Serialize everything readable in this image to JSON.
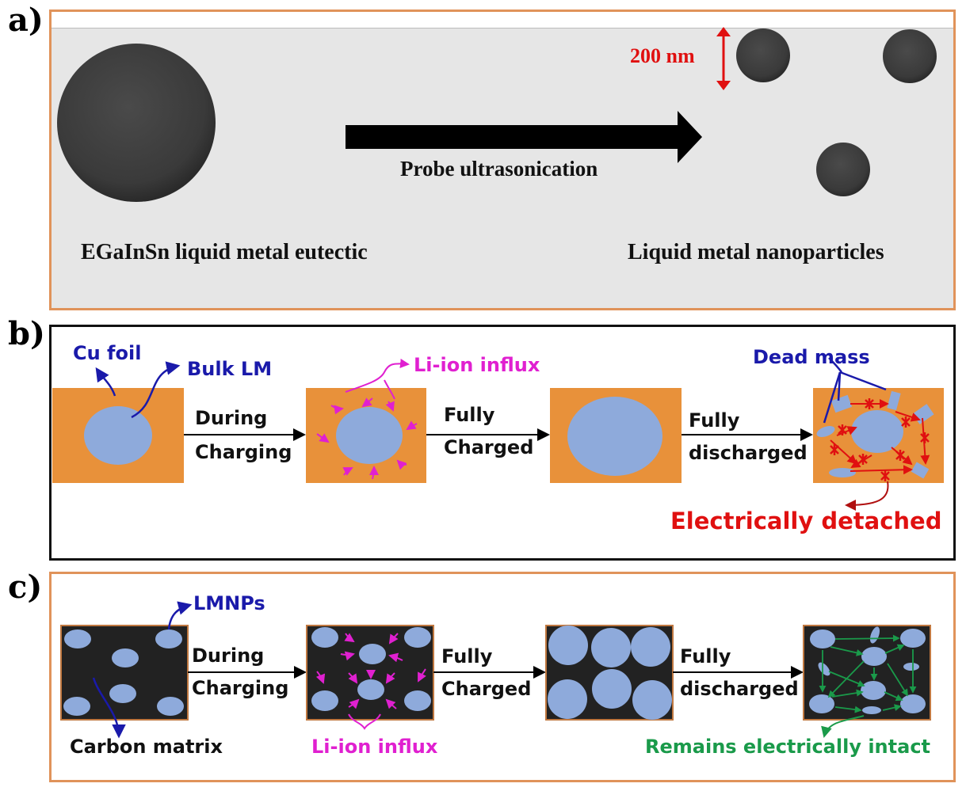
{
  "panels": {
    "a": {
      "label": "a)",
      "scale_bar": "200 nm",
      "arrow_text": "Probe ultrasonication",
      "left_caption": "EGaInSn liquid metal eutectic",
      "right_caption": "Liquid metal nanoparticles"
    },
    "b": {
      "label": "b)",
      "cu_foil": "Cu foil",
      "bulk_lm": "Bulk LM",
      "li_ion": "Li-ion influx",
      "dead_mass": "Dead mass",
      "detached": "Electrically detached",
      "step1_line1": "During",
      "step1_line2": "Charging",
      "step2_line1": "Fully",
      "step2_line2": "Charged",
      "step3_line1": "Fully",
      "step3_line2": "discharged"
    },
    "c": {
      "label": "c)",
      "lmnps": "LMNPs",
      "carbon": "Carbon matrix",
      "li_ion": "Li-ion influx",
      "intact": "Remains electrically intact",
      "step1_line1": "During",
      "step1_line2": "Charging",
      "step2_line1": "Fully",
      "step2_line2": "Charged",
      "step3_line1": "Fully",
      "step3_line2": "discharged"
    }
  },
  "colors": {
    "orange_frame": "#e0935a",
    "cu_orange": "#e8913a",
    "lm_blue": "#8eaadb",
    "carbon_black": "#222222",
    "blue_text": "#1a1aaa",
    "magenta": "#e020d0",
    "red": "#e01010",
    "green": "#1a9a4a"
  }
}
